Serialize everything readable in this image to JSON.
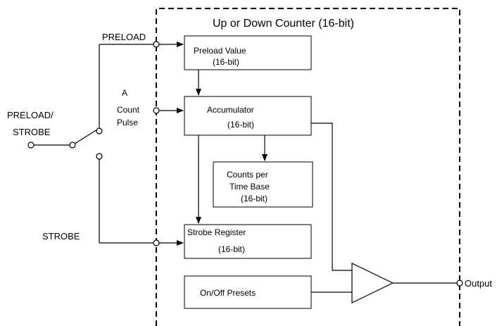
{
  "title": "Up or Down Counter (16-bit)",
  "inputs": {
    "preload": "PRELOAD",
    "preload_strobe_line1": "PRELOAD/",
    "preload_strobe_line2": "STROBE",
    "strobe": "STROBE",
    "a_count_pulse_line1": "A",
    "a_count_pulse_line2": "Count",
    "a_count_pulse_line3": "Pulse"
  },
  "blocks": {
    "preload_value": {
      "line1": "Preload Value",
      "line2": "(16-bit)"
    },
    "accumulator": {
      "line1": "Accumulator",
      "line2": "(16-bit)"
    },
    "counts_per_time_base": {
      "line1": "Counts per",
      "line2": "Time Base",
      "line3": "(16-bit)"
    },
    "strobe_register": {
      "line1": "Strobe Register",
      "line2": "(16-bit)"
    },
    "on_off_presets": {
      "line1": "On/Off Presets"
    }
  },
  "output_label": "Output"
}
